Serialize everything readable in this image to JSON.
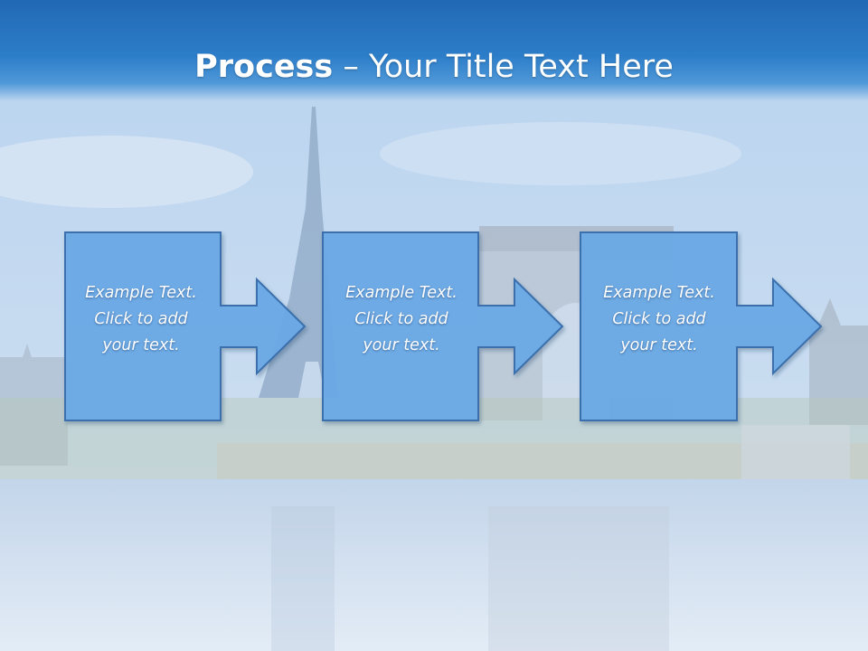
{
  "slide": {
    "title_bold": "Process",
    "title_sep": " – ",
    "title_rest": "Your Title Text Here"
  },
  "steps": [
    {
      "text": "Example Text.\nClick  to add\nyour text."
    },
    {
      "text": "Example Text.\nClick  to add\nyour text."
    },
    {
      "text": "Example Text.\nClick  to add\nyour text."
    }
  ],
  "colors": {
    "title_band": "#2c7dc9",
    "box_fill": "#6aa9e6",
    "box_border": "#3a6fad",
    "text": "#ffffff"
  }
}
